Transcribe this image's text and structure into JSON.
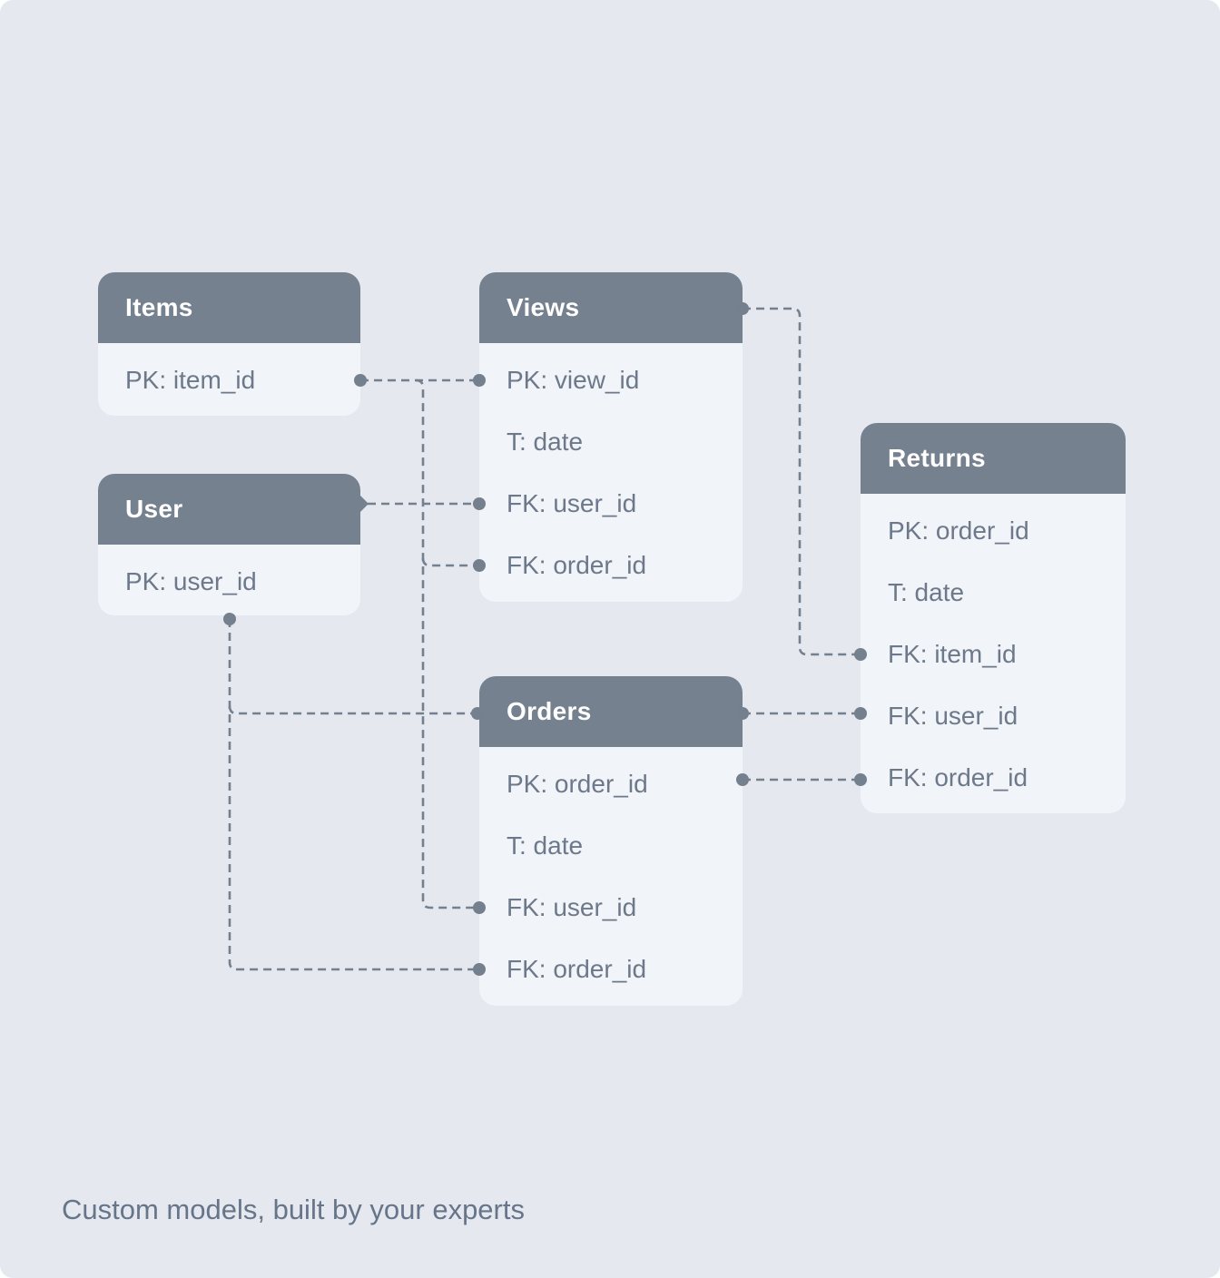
{
  "page": {
    "caption": "Custom models, built by your experts"
  },
  "colors": {
    "page_bg": "#E5E8EF",
    "card_body": "#F1F4F8",
    "header": "#75818F",
    "header_text": "#FFFFFF",
    "field_text": "#6D798A",
    "connector": "#75808F",
    "caption_text": "#67758A"
  },
  "tables": [
    {
      "id": "items",
      "title": "Items",
      "fields": [
        {
          "label": "PK: item_id"
        }
      ]
    },
    {
      "id": "user",
      "title": "User",
      "fields": [
        {
          "label": "PK: user_id"
        }
      ]
    },
    {
      "id": "views",
      "title": "Views",
      "fields": [
        {
          "label": "PK: view_id"
        },
        {
          "label": "T: date"
        },
        {
          "label": "FK: user_id"
        },
        {
          "label": "FK: order_id"
        }
      ]
    },
    {
      "id": "orders",
      "title": "Orders",
      "fields": [
        {
          "label": "PK: order_id"
        },
        {
          "label": "T: date"
        },
        {
          "label": "FK: user_id"
        },
        {
          "label": "FK: order_id"
        }
      ]
    },
    {
      "id": "returns",
      "title": "Returns",
      "fields": [
        {
          "label": "PK: order_id"
        },
        {
          "label": "T: date"
        },
        {
          "label": "FK: item_id"
        },
        {
          "label": "FK: user_id"
        },
        {
          "label": "FK: order_id"
        }
      ]
    }
  ],
  "connections": [
    {
      "id": "items-views-pk",
      "from": "Items.PK: item_id",
      "to": "Views.PK: view_id"
    },
    {
      "id": "trunk-views-orderid",
      "from": "Items–Views trunk line",
      "to": "Views.FK: order_id"
    },
    {
      "id": "trunk-orders-userid",
      "from": "Items–Views trunk line",
      "to": "Orders.FK: user_id"
    },
    {
      "id": "user-views-userid",
      "from": "User (header)",
      "to": "Views.FK: user_id"
    },
    {
      "id": "user-orders-header",
      "from": "User (bottom)",
      "to": "Orders (header)"
    },
    {
      "id": "user-orders-orderid",
      "from": "User (bottom)",
      "to": "Orders.FK: order_id"
    },
    {
      "id": "views-returns-itemid",
      "from": "Views (header)",
      "to": "Returns.FK: item_id"
    },
    {
      "id": "orders-returns-userid",
      "from": "Orders (header)",
      "to": "Returns.FK: user_id"
    },
    {
      "id": "orders-returns-orderid",
      "from": "Orders.PK: order_id",
      "to": "Returns.FK: order_id"
    }
  ]
}
